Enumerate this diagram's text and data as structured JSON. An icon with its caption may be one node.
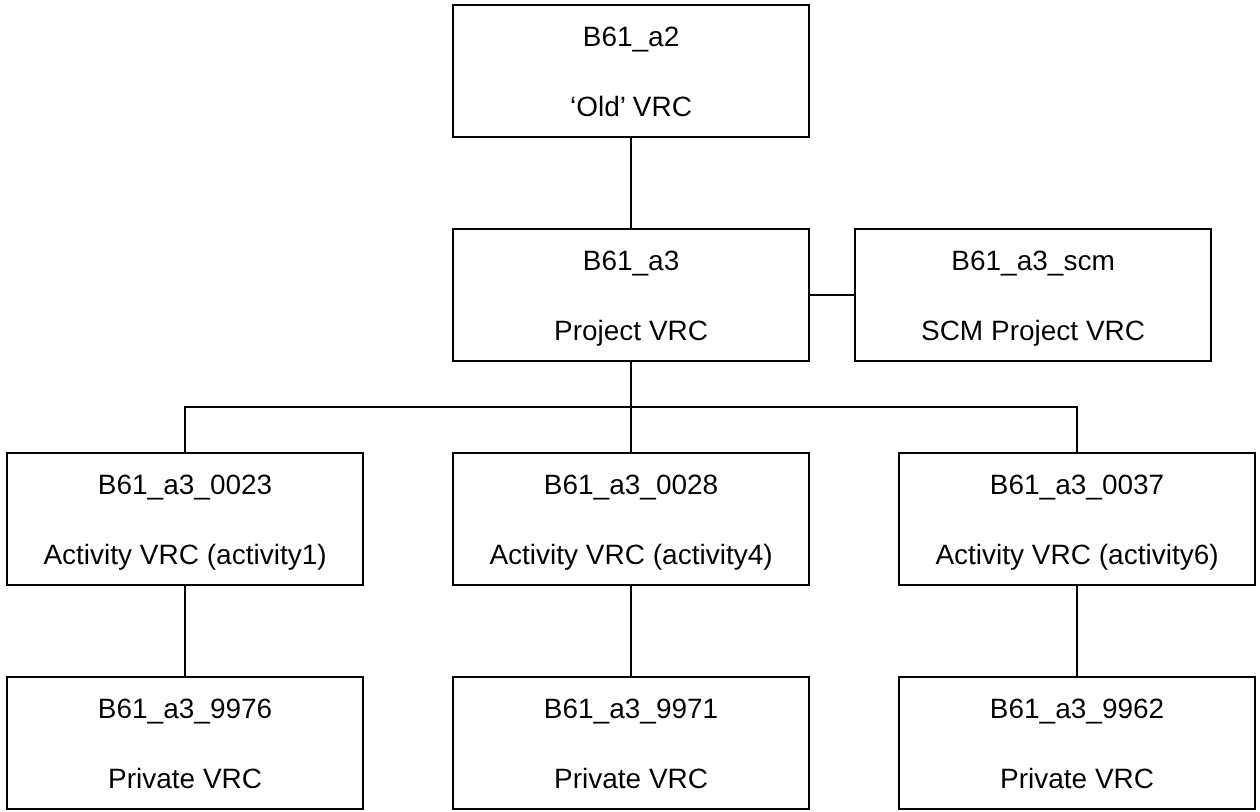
{
  "diagram": {
    "nodes": [
      {
        "text": [
          "B61_a2",
          "‘Old’ VRC"
        ]
      },
      {
        "text": [
          "B61_a3",
          "Project VRC"
        ]
      },
      {
        "text": [
          "B61_a3_scm",
          "SCM Project VRC"
        ]
      },
      {
        "text": [
          "B61_a3_0023",
          "Activity VRC (activity1)"
        ]
      },
      {
        "text": [
          "B61_a3_0028",
          "Activity VRC (activity4)"
        ]
      },
      {
        "text": [
          "B61_a3_0037",
          "Activity VRC (activity6)"
        ]
      },
      {
        "text": [
          "B61_a3_9976",
          "Private VRC"
        ]
      },
      {
        "text": [
          "B61_a3_9971",
          "Private VRC"
        ]
      },
      {
        "text": [
          "B61_a3_9962",
          "Private VRC"
        ]
      }
    ],
    "edges": [
      {
        "from": 0,
        "to": 1,
        "arrow": "none"
      },
      {
        "from": 1,
        "to": 2,
        "arrow": "none"
      },
      {
        "from": 1,
        "to": 3,
        "arrow": "none"
      },
      {
        "from": 1,
        "to": 4,
        "arrow": "none"
      },
      {
        "from": 1,
        "to": 5,
        "arrow": "none"
      },
      {
        "from": 3,
        "to": 6,
        "arrow": "none"
      },
      {
        "from": 4,
        "to": 7,
        "arrow": "none"
      },
      {
        "from": 5,
        "to": 8,
        "arrow": "none"
      }
    ]
  }
}
